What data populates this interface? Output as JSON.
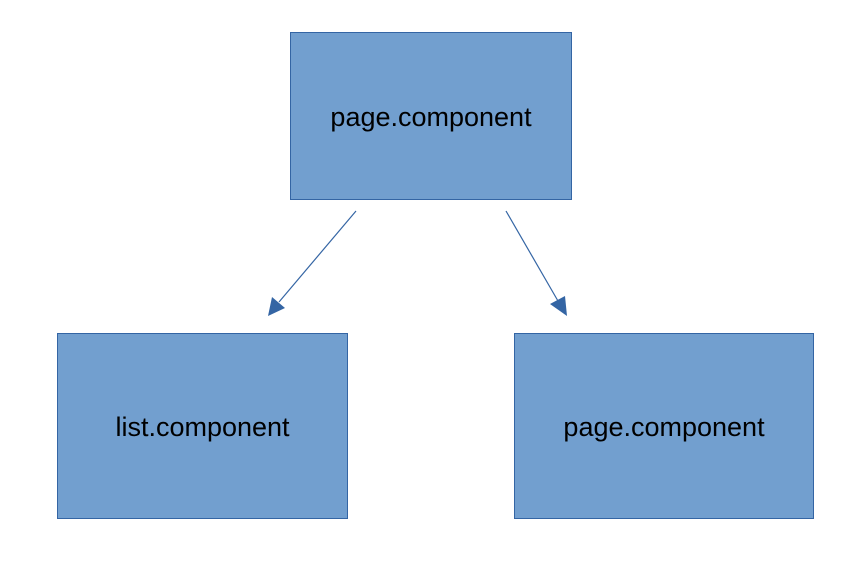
{
  "diagram": {
    "nodes": [
      {
        "id": "root",
        "label": "page.component"
      },
      {
        "id": "left",
        "label": "list.component"
      },
      {
        "id": "right",
        "label": "page.component"
      }
    ],
    "edges": [
      {
        "from": "root",
        "to": "left"
      },
      {
        "from": "root",
        "to": "right"
      }
    ],
    "colors": {
      "node_fill": "#729fcf",
      "node_border": "#3465a4",
      "edge": "#3465a4",
      "text": "#000000"
    }
  }
}
